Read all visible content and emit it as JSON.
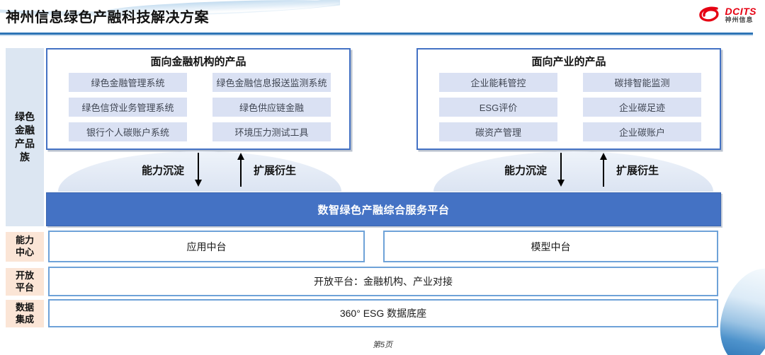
{
  "header": {
    "title": "神州信息绿色产融科技解决方案",
    "logo": {
      "name": "DCITS",
      "subtitle": "神州信息"
    }
  },
  "diagram": {
    "side_labels": {
      "product_family": "绿色\n金融\n产品\n族"
    },
    "left_panel": {
      "title": "面向金融机构的产品",
      "items": [
        "绿色金融管理系统",
        "绿色金融信息报送监测系统",
        "绿色信贷业务管理系统",
        "绿色供应链金融",
        "银行个人碳账户系统",
        "环境压力测试工具"
      ]
    },
    "right_panel": {
      "title": "面向产业的产品",
      "items": [
        "企业能耗管控",
        "碳排智能监测",
        "ESG评价",
        "企业碳足迹",
        "碳资产管理",
        "企业碳账户"
      ]
    },
    "arrows": {
      "down_label": "能力沉淀",
      "up_label": "扩展衍生"
    },
    "platform_bar": {
      "label": "数智绿色产融综合服务平台"
    },
    "rows": [
      {
        "label": "能力\n中心",
        "boxes": [
          "应用中台",
          "模型中台"
        ]
      },
      {
        "label": "开放\n平台",
        "boxes": [
          "开放平台：金融机构、产业对接"
        ]
      },
      {
        "label": "数据\n集成",
        "boxes": [
          "360° ESG 数据底座"
        ]
      }
    ]
  },
  "footer": {
    "page_number": "第5页"
  },
  "colors": {
    "accent_blue": "#4472C4",
    "rule_blue": "#2E75B6",
    "item_bg": "#DAE1F3",
    "row_label_bg": "#FBE5D6",
    "sidebar_bg": "#DCE6F2",
    "box_border_light": "#6EA2D8",
    "brand_red": "#E60012"
  }
}
